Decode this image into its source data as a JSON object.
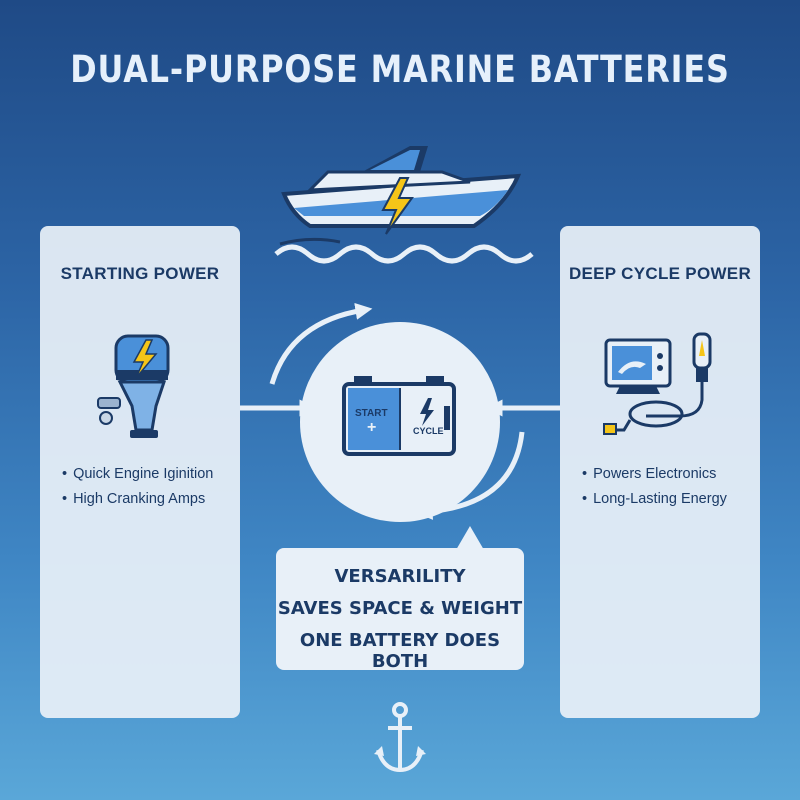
{
  "title": "DUAL-PURPOSE MARINE BATTERIES",
  "left_panel": {
    "title": "STARTING POWER",
    "icon": "outboard-motor-icon",
    "bullets": [
      "Quick Engine Iginition",
      "High Cranking Amps"
    ]
  },
  "right_panel": {
    "title": "DEEP CYCLE POWER",
    "icon": "electronics-icon",
    "bullets": [
      "Powers Electronics",
      "Long-Lasting Energy"
    ]
  },
  "battery": {
    "start_label": "START",
    "plus": "+",
    "cycle_label": "CYCLE"
  },
  "callout": {
    "lines": [
      "VERSARILITY",
      "SAVES SPACE & WEIGHT",
      "ONE BATTERY DOES BOTH"
    ]
  },
  "bullet_glyph": "•",
  "colors": {
    "background_top": "#1f4a86",
    "background_bottom": "#5aa7d8",
    "panel": "#e8f0f8",
    "text_dark": "#1b3a66",
    "accent_blue": "#4a90d9",
    "lightning": "#f5c518"
  }
}
